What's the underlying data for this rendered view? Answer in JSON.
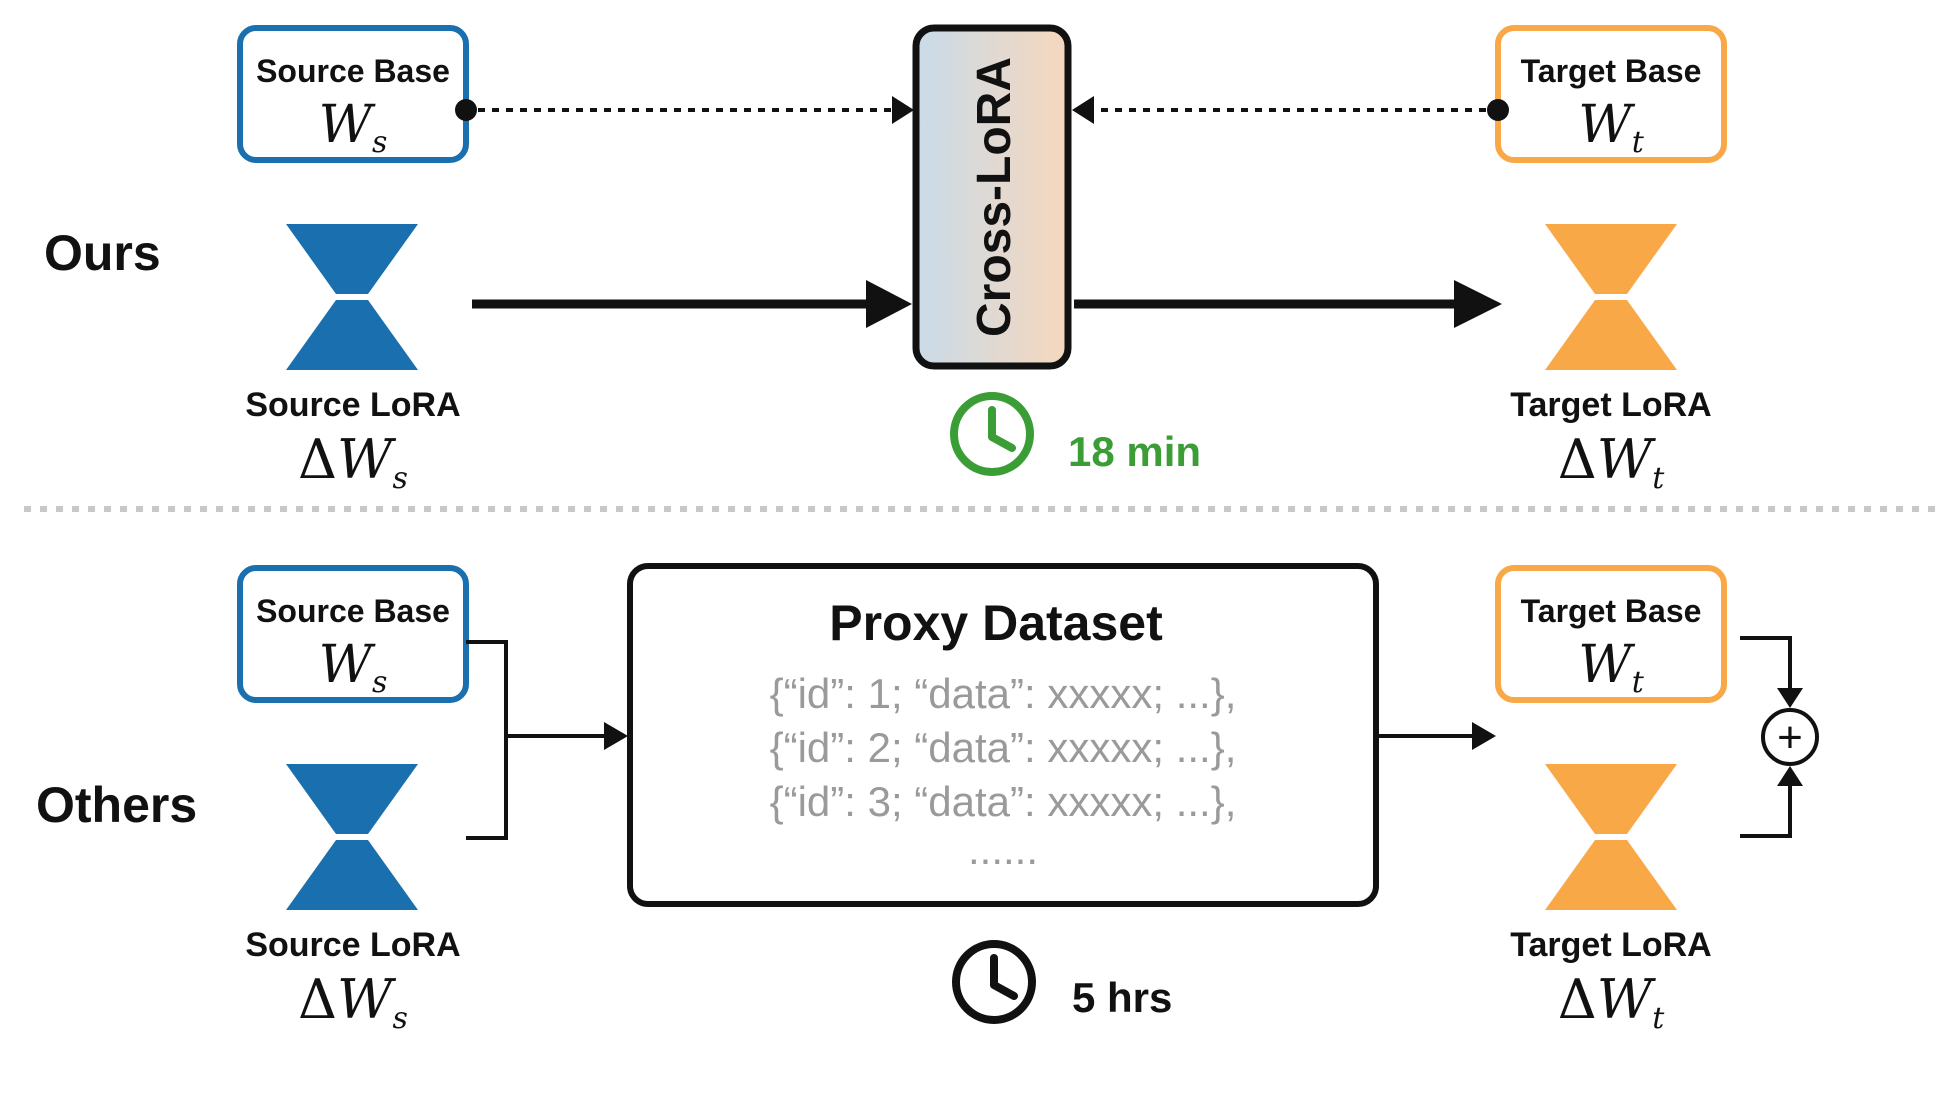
{
  "colors": {
    "source": "#1a6fae",
    "target": "#f9a848",
    "ink": "#111111",
    "green": "#3a9d35",
    "json_text": "#9a9a9a",
    "divider": "#c8c8c8"
  },
  "ours": {
    "row_label": "Ours",
    "source_base": {
      "title": "Source Base",
      "symbol": "W",
      "sub": "s"
    },
    "target_base": {
      "title": "Target Base",
      "symbol": "W",
      "sub": "t"
    },
    "source_lora": {
      "title": "Source LoRA",
      "delta": "Δ",
      "symbol": "W",
      "sub": "s"
    },
    "target_lora": {
      "title": "Target LoRA",
      "delta": "Δ",
      "symbol": "W",
      "sub": "t"
    },
    "module_label": "Cross-LoRA",
    "time": "18 min",
    "clock_icon": "clock-icon"
  },
  "others": {
    "row_label": "Others",
    "source_base": {
      "title": "Source Base",
      "symbol": "W",
      "sub": "s"
    },
    "target_base": {
      "title": "Target Base",
      "symbol": "W",
      "sub": "t"
    },
    "source_lora": {
      "title": "Source LoRA",
      "delta": "Δ",
      "symbol": "W",
      "sub": "s"
    },
    "target_lora": {
      "title": "Target LoRA",
      "delta": "Δ",
      "symbol": "W",
      "sub": "t"
    },
    "dataset": {
      "title": "Proxy Dataset",
      "lines": [
        "{“id”: 1; “data”: xxxxx; ...},",
        "{“id”: 2; “data”: xxxxx; ...},",
        "{“id”: 3; “data”: xxxxx; ...},",
        "......"
      ]
    },
    "merge_symbol": "+",
    "time": "5 hrs",
    "clock_icon": "clock-icon"
  }
}
